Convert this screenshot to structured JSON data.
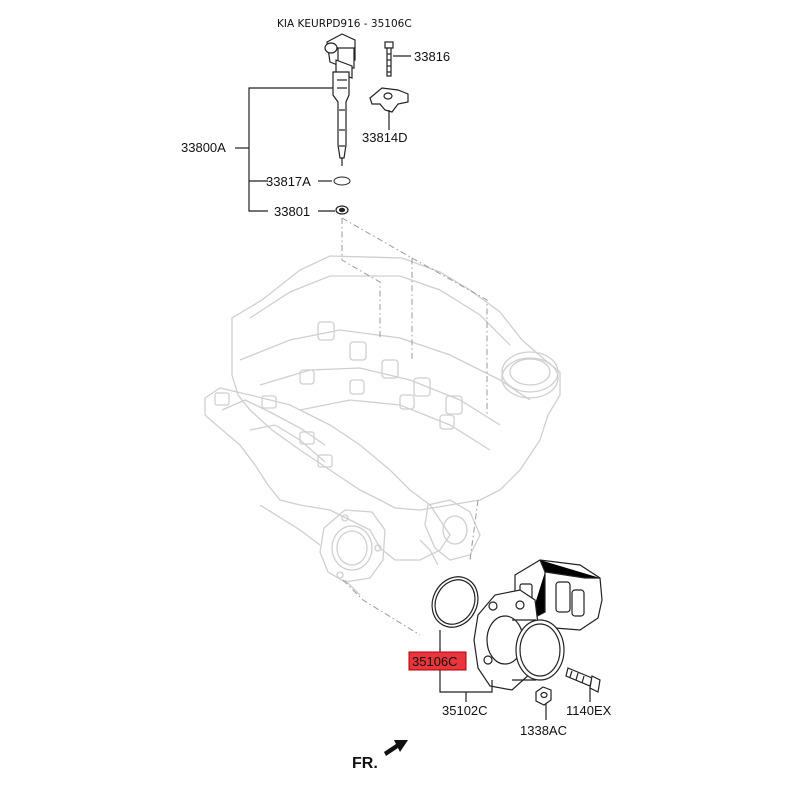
{
  "header": {
    "title": "KIA KEURPD916 - 35106C"
  },
  "callouts": {
    "injector_group": "33800A",
    "bolt": "33816",
    "clamp": "33814D",
    "o_ring": "33817A",
    "washer": "33801",
    "highlighted_part": "35106C",
    "throttle_body": "35102C",
    "nut": "1338AC",
    "flange_bolt": "1140EX"
  },
  "orientation": {
    "label": "FR."
  },
  "colors": {
    "highlight_fill": "#e8363c",
    "highlight_border": "#b00000",
    "line": "#222222",
    "engine_outline": "#cfcfcf"
  },
  "icons": {
    "direction": "arrow-icon"
  }
}
